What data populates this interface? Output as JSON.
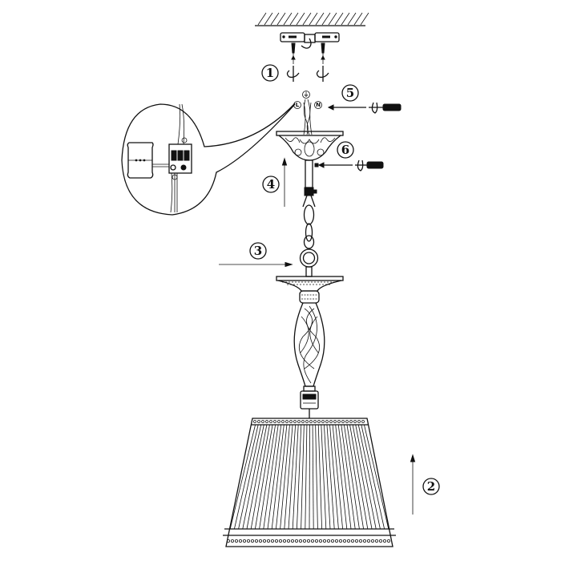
{
  "steps": {
    "s1": "1",
    "s2": "2",
    "s3": "3",
    "s4": "4",
    "s5": "5",
    "s6": "6"
  },
  "wires": {
    "live": "L",
    "neutral": "N",
    "earth": "⏚"
  },
  "colors": {
    "ink": "#111111",
    "background": "#ffffff"
  }
}
